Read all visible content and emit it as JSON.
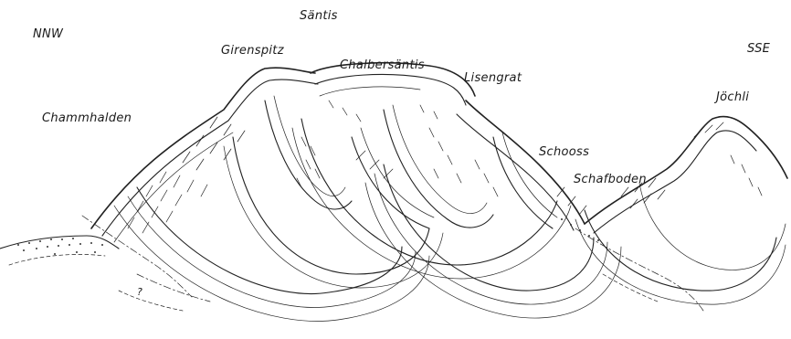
{
  "labels": {
    "nnw": "NNW",
    "santis": "Säntis",
    "girenspitz": "Girenspitz",
    "chammhalden": "Chammhalden",
    "chalbersantis": "Chalbersäntis",
    "lisengrat": "Lisengrat",
    "schooss": "Schooss",
    "schafboden": "Schafboden",
    "sse": "SSE",
    "jochli": "Jöchli",
    "question": "?"
  }
}
